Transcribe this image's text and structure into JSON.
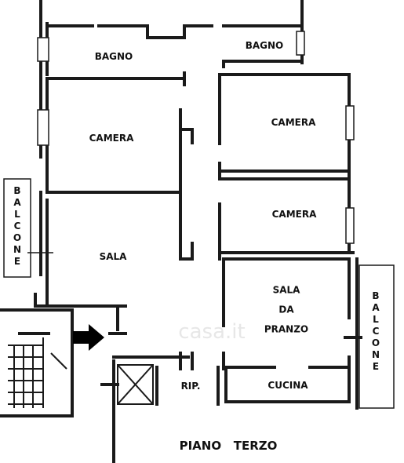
{
  "rooms": {
    "bagno_left": "BAGNO",
    "bagno_right": "BAGNO",
    "camera_left": "CAMERA",
    "camera_right_top": "CAMERA",
    "camera_right_mid": "CAMERA",
    "sala": "SALA",
    "sala_da_pranzo": [
      "SALA",
      "DA",
      "PRANZO"
    ],
    "cucina": "CUCINA",
    "ripostiglio": "RIP."
  },
  "balcone_left": [
    "B",
    "A",
    "L",
    "C",
    "O",
    "N",
    "E"
  ],
  "balcone_right": [
    "B",
    "A",
    "L",
    "C",
    "O",
    "N",
    "E"
  ],
  "footer": "PIANO   TERZO",
  "watermark": "casa.it",
  "colors": {
    "wall": "#1a1a1a",
    "text": "#111111",
    "background": "#ffffff",
    "entrance_arrow": "#000000"
  }
}
